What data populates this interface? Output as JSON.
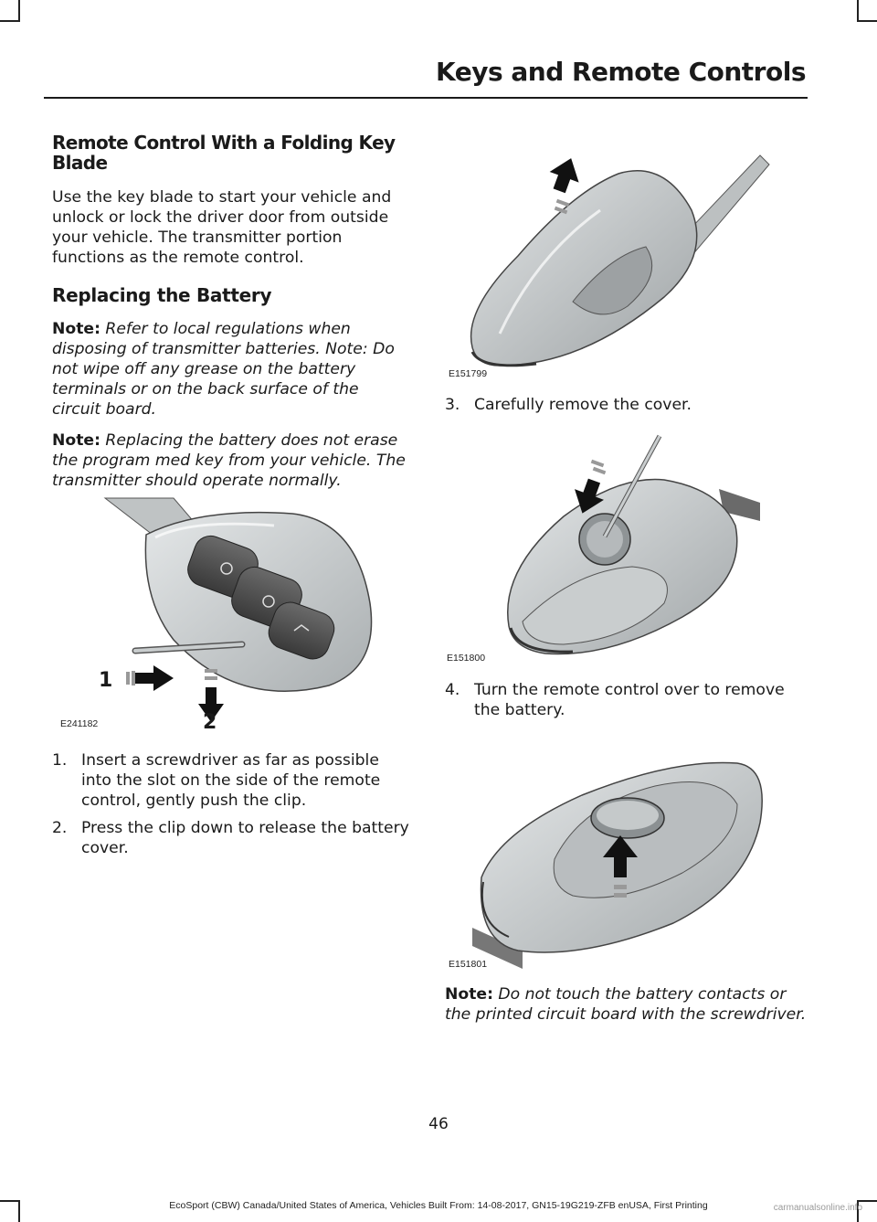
{
  "header": {
    "title": "Keys and Remote Controls"
  },
  "left": {
    "heading1": "Remote Control With a Folding Key Blade",
    "intro": "Use the key blade to start your vehicle and unlock or lock the driver door from outside your vehicle. The transmitter portion functions as the remote control.",
    "heading2": "Replacing the Battery",
    "note1_label": "Note:",
    "note1_text": " Refer to local regulations when disposing of transmitter batteries. Note: Do not wipe off any grease on the battery terminals or on the back surface of the circuit board.",
    "note2_label": "Note:",
    "note2_text": " Replacing the battery does not erase the program med key from your vehicle. The transmitter should operate normally.",
    "figure_code": "E241182",
    "callout_1": "1",
    "callout_2": "2",
    "steps": [
      {
        "num": "1.",
        "text": "Insert a screwdriver as far as possible into the slot on the side of the remote control, gently push the clip."
      },
      {
        "num": "2.",
        "text": "Press the clip down to release the battery cover."
      }
    ]
  },
  "right": {
    "figure1_code": "E151799",
    "step3_num": "3.",
    "step3_text": "Carefully remove the cover.",
    "figure2_code": "E151800",
    "step4_num": "4.",
    "step4_text": "Turn the remote control over to remove the battery.",
    "figure3_code": "E151801",
    "note_label": "Note:",
    "note_text": " Do not touch the battery contacts or the printed circuit board with the screwdriver."
  },
  "footer": {
    "page_number": "46",
    "publication": "EcoSport (CBW) Canada/United States of America, Vehicles Built From: 14-08-2017, GN15-19G219-ZFB enUSA, First Printing",
    "watermark": "carmanualsonline.info"
  }
}
